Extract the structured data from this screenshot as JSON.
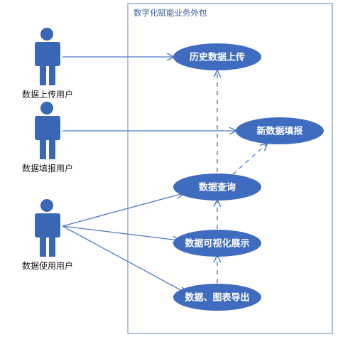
{
  "system": {
    "title": "数字化赋能业务外包"
  },
  "actors": [
    {
      "id": "upload-user",
      "label": "数据上传用户"
    },
    {
      "id": "fill-user",
      "label": "数据填报用户"
    },
    {
      "id": "use-user",
      "label": "数据使用用户"
    }
  ],
  "usecases": [
    {
      "id": "history-upload",
      "label": "历史数据上传"
    },
    {
      "id": "new-fill",
      "label": "新数据填报"
    },
    {
      "id": "query",
      "label": "数据查询"
    },
    {
      "id": "visualize",
      "label": "数据可视化展示"
    },
    {
      "id": "export",
      "label": "数据、图表导出"
    }
  ],
  "colors": {
    "primary": "#3f6cbf",
    "line": "#4f78c6",
    "boundary": "#7f98c4"
  }
}
